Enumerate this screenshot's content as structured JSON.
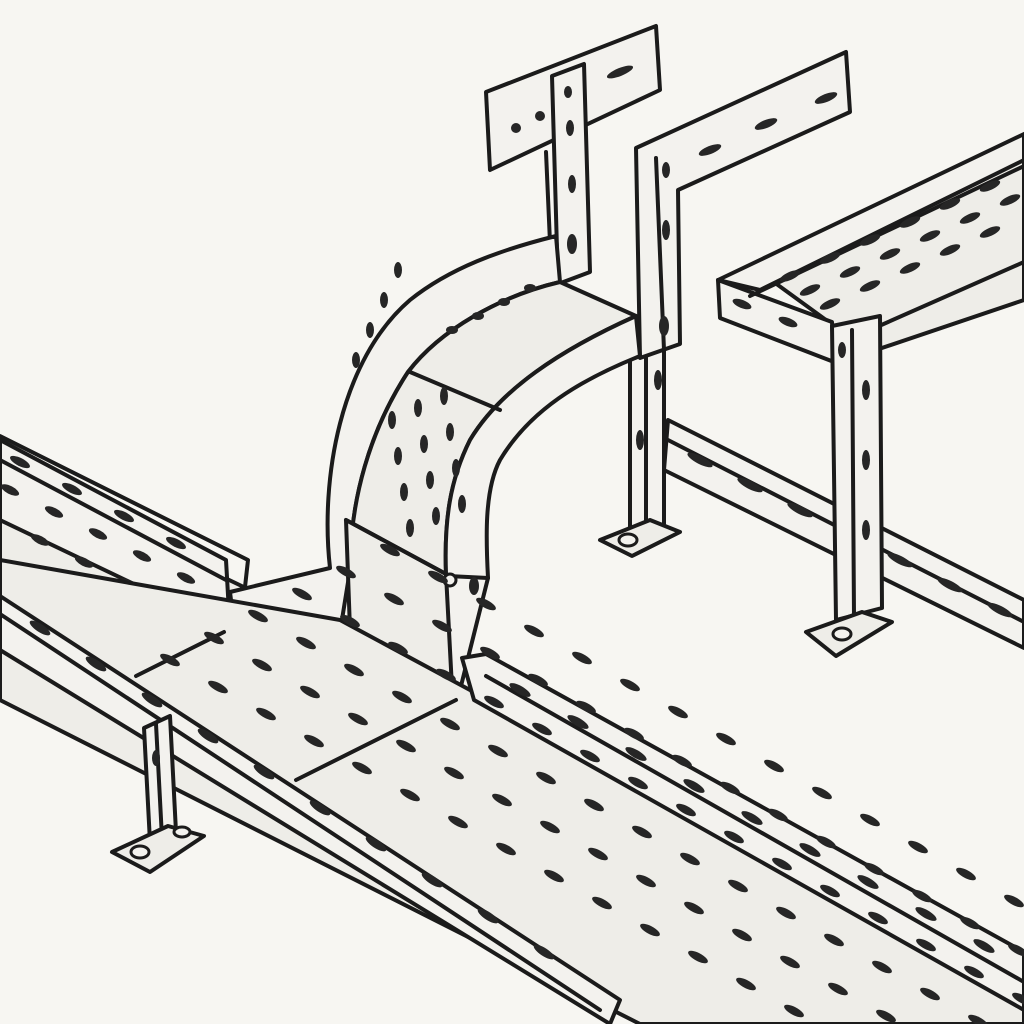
{
  "colors": {
    "background": "#f7f6f2",
    "ink": "#1b1b1b",
    "tray_face": "#f3f2ee",
    "tray_shade": "#e6e4de"
  },
  "components": [
    "main-straight-tray",
    "left-straight-tray",
    "vertical-bend-tray",
    "t-top-bracket",
    "l-top-bracket",
    "right-upper-tray",
    "right-floor-rail",
    "support-post-front",
    "support-post-center",
    "support-post-right"
  ]
}
